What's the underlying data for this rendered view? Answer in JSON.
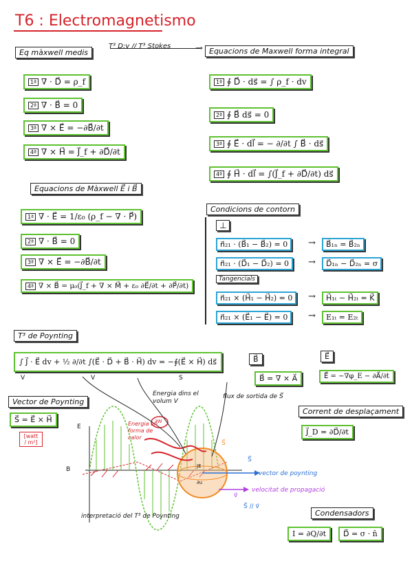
{
  "title": "T6 : Electromagnetismo",
  "maxwell_media": {
    "header": "Eq màxwell medis",
    "link_label": "T³ D:v // T³ Stokes",
    "arrow": "→",
    "eqs": [
      {
        "n": "1ª",
        "text": "∇ · D⃗ = ρ_f"
      },
      {
        "n": "2ª",
        "text": "∇ · B⃗ = 0"
      },
      {
        "n": "3ª",
        "text": "∇ × E⃗ = −∂B⃗/∂t"
      },
      {
        "n": "4ª",
        "text": "∇ × H⃗ = J⃗_f + ∂D⃗/∂t"
      }
    ]
  },
  "maxwell_integral": {
    "header": "Equacions de Maxwell forma integral",
    "eqs": [
      {
        "n": "1ª",
        "text": "∮ D⃗ · ds⃗ = ∫ ρ_f · dv"
      },
      {
        "n": "2ª",
        "text": "∮ B⃗ ds⃗ = 0"
      },
      {
        "n": "3ª",
        "text": "∮ E⃗ · dl⃗ = − ∂/∂t ∫ B⃗ · ds⃗"
      },
      {
        "n": "4ª",
        "text": "∮ H⃗ · dl⃗ = ∫(J⃗_f + ∂D⃗/∂t) ds⃗"
      }
    ]
  },
  "maxwell_EB": {
    "header": "Equacions de Màxwell E⃗ i B⃗",
    "eqs": [
      {
        "n": "1ª",
        "text": "∇ · E⃗ = 1/ε₀ (ρ_f − ∇ · P⃗)"
      },
      {
        "n": "2ª",
        "text": "∇ · B⃗ = 0"
      },
      {
        "n": "3ª",
        "text": "∇ × E⃗ = −∂B⃗/∂t"
      },
      {
        "n": "4ª",
        "text": "∇ × B⃗ = μ₀(J⃗_f + ∇ × M⃗ + ε₀ ∂E⃗/∂t + ∂P⃗/∂t)"
      }
    ]
  },
  "contorn": {
    "header": "Condicions de contorn",
    "perp_symbol": "⊥",
    "tangencials": "Tangencials",
    "rows": [
      {
        "lhs": "n⃗₂₁ · (B⃗₁ − B⃗₂) = 0",
        "rhs": "B⃗₁ₙ = B⃗₂ₙ"
      },
      {
        "lhs": "n⃗₂₁ · (D⃗₁ − D⃗₂) = 0",
        "rhs": "D⃗₁ₙ − D⃗₂ₙ = σ"
      },
      {
        "lhs": "n⃗₂₁ × (H⃗₁ − H⃗₂) = 0",
        "rhs": "H⃗₁ₜ − H⃗₂ₜ = K⃗"
      },
      {
        "lhs": "n⃗₂₁ × (E⃗₁ − E⃗) = 0",
        "rhs": "E₁ₜ = E₂ₜ"
      }
    ],
    "arrow": "→"
  },
  "poynting": {
    "header": "T³ de Poynting",
    "eq": "∫ J⃗ · E⃗ dv + ½ ∂/∂t ∫(E⃗ · D⃗ + B⃗ · H⃗) dv = −∮(E⃗ × H⃗) ds⃗",
    "sub_v1": "V",
    "sub_v2": "V",
    "sub_s": "S",
    "note_energy": "Energia dins el volum V",
    "note_flux": "flux de sortida de S⃗",
    "vector_header": "Vector de Poynting",
    "vector_eq": "S⃗ = E⃗ × H⃗",
    "units": "[watt / m²]",
    "fig_E": "E",
    "fig_B": "B",
    "fig_heat": "Energia en forma de calor",
    "fig_S": "S⃗",
    "fig_S_label": "vector de poynting",
    "fig_v": "v⃗",
    "fig_v_label": "velocitat de propagació",
    "fig_parallel": "S⃗ // v⃗",
    "fig_caption": "interpretació del T³ de Poynting",
    "fig_circle_top": "∂W",
    "fig_circle_mid": "JE",
    "fig_circle_bot": "∂u"
  },
  "B_box": {
    "label": "B⃗",
    "eq": "B⃗ = ∇ × A⃗"
  },
  "E_box": {
    "label": "E⃗",
    "eq": "E⃗ = −∇φ_E − ∂A⃗/∂t"
  },
  "corrent": {
    "header": "Corrent de desplaçament",
    "eq": "J⃗_D = ∂D⃗/∂t"
  },
  "condensadors": {
    "header": "Condensadors",
    "eq1": "I = ∂Q/∂t",
    "eq2": "D⃗ = σ · n̂"
  },
  "colors": {
    "red": "#d5232a",
    "green": "#5cc12e",
    "blue": "#2aa3d4",
    "orange": "#f08a24",
    "purple": "#b040e0"
  }
}
